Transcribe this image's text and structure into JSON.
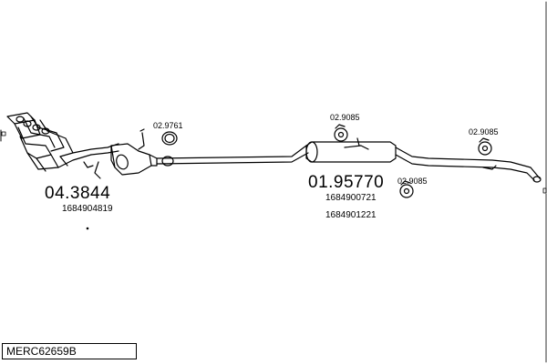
{
  "diagram_code": "MERC62659B",
  "parts": [
    {
      "id": "front",
      "code": "04.3844",
      "refs": [
        "1684904819"
      ]
    },
    {
      "id": "rear",
      "code": "01.95770",
      "refs": [
        "1684900721",
        "1684901221"
      ]
    }
  ],
  "fittings": {
    "clamp": "02.9761",
    "mount_center": "02.9085",
    "mount_lower": "02.9085",
    "mount_rear": "02.9085"
  },
  "colors": {
    "line": "#000000",
    "background": "#ffffff"
  }
}
